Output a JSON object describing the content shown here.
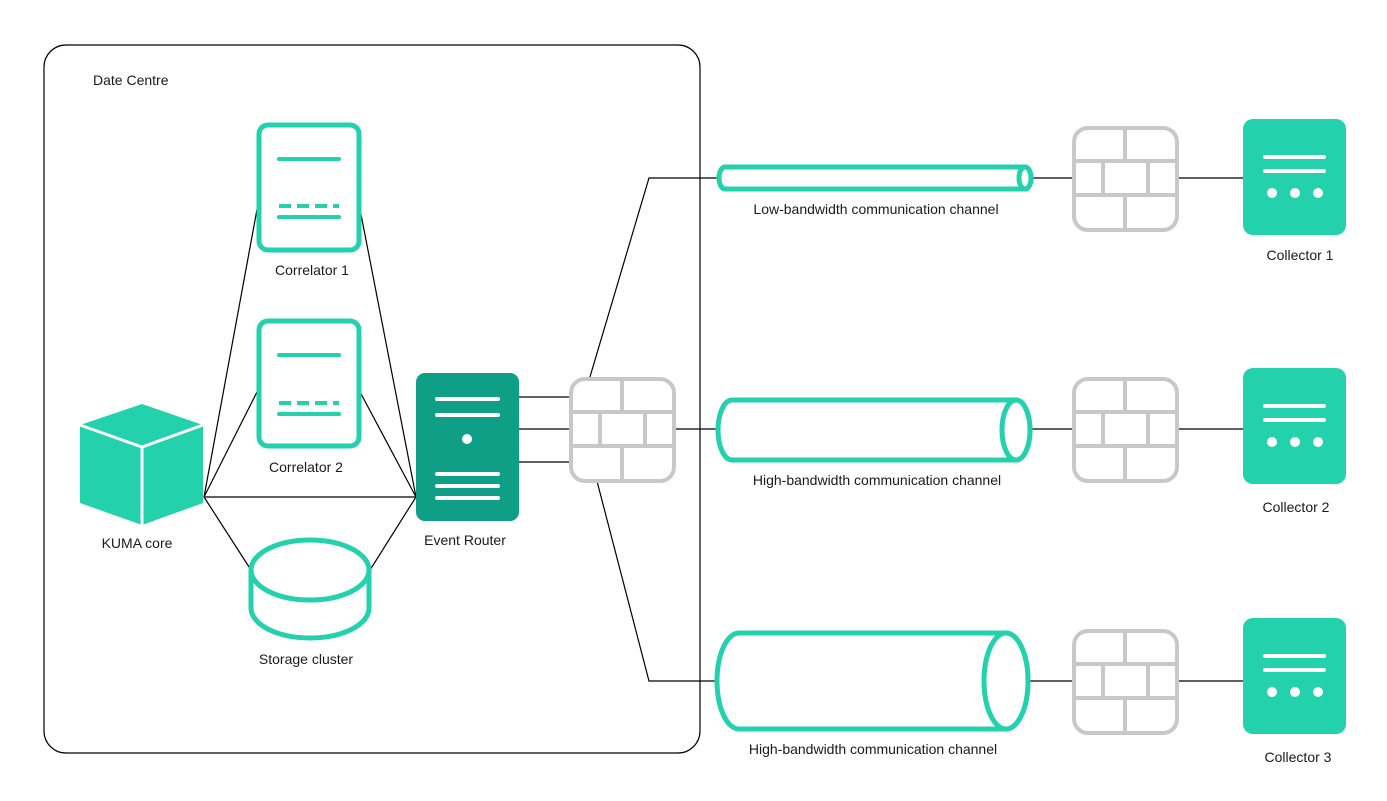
{
  "colors": {
    "accent": "#23d1ad",
    "accent_dark": "#0f9e86",
    "firewall": "#c8c8c8",
    "line": "#000000",
    "frame": "#000000"
  },
  "datacenter": {
    "title": "Date Centre"
  },
  "nodes": {
    "correlator1": {
      "label": "Correlator 1",
      "icon": "server-doc-icon"
    },
    "correlator2": {
      "label": "Correlator 2",
      "icon": "server-doc-icon"
    },
    "kuma_core": {
      "label": "KUMA core",
      "icon": "cube-icon"
    },
    "storage": {
      "label": "Storage cluster",
      "icon": "database-icon"
    },
    "event_router": {
      "label": "Event Router",
      "icon": "router-server-icon"
    },
    "collector1": {
      "label": "Collector 1",
      "icon": "collector-server-icon"
    },
    "collector2": {
      "label": "Collector 2",
      "icon": "collector-server-icon"
    },
    "collector3": {
      "label": "Collector 3",
      "icon": "collector-server-icon"
    }
  },
  "channels": [
    {
      "label": "Low-bandwidth communication channel"
    },
    {
      "label": "High-bandwidth communication channel"
    },
    {
      "label": "High-bandwidth communication channel"
    }
  ]
}
